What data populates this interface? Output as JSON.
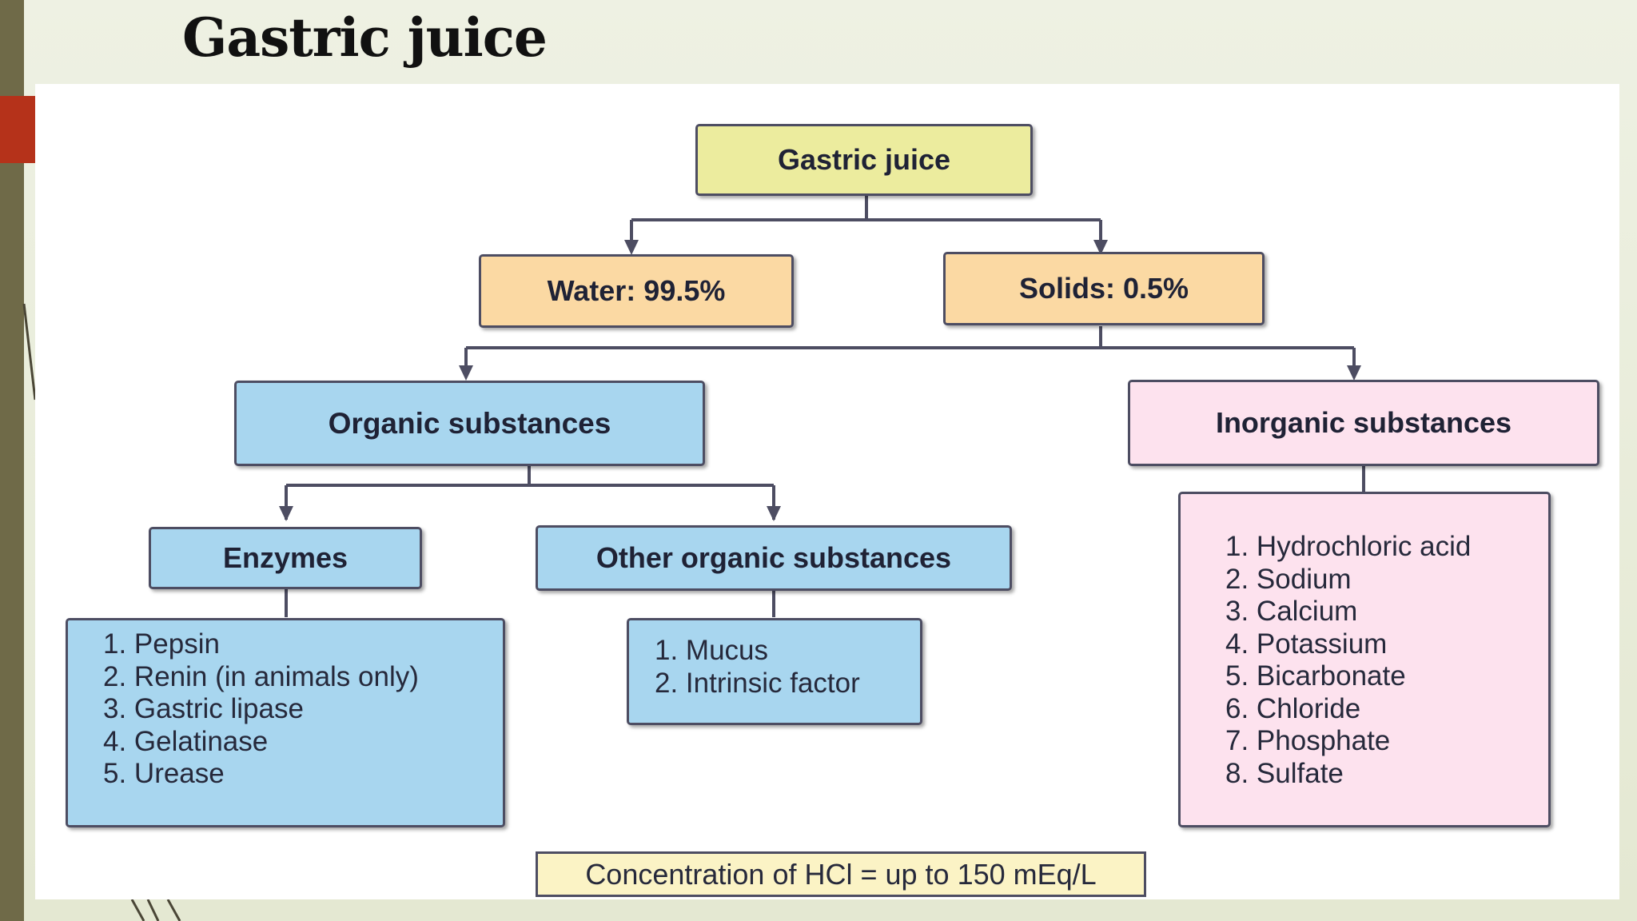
{
  "slide": {
    "title": "Gastric juice"
  },
  "diagram": {
    "root": "Gastric juice",
    "water": "Water: 99.5%",
    "solids": "Solids: 0.5%",
    "organic": "Organic substances",
    "inorganic": "Inorganic substances",
    "enzymes": "Enzymes",
    "other_organic": "Other organic substances",
    "enzyme_list": [
      "1. Pepsin",
      "2. Renin (in animals only)",
      "3. Gastric lipase",
      "4. Gelatinase",
      "5. Urease"
    ],
    "other_list": [
      "1. Mucus",
      "2. Intrinsic factor"
    ],
    "inorganic_list": [
      "1. Hydrochloric acid",
      "2. Sodium",
      "3. Calcium",
      "4. Potassium",
      "5. Bicarbonate",
      "6. Chloride",
      "7. Phosphate",
      "8. Sulfate"
    ],
    "note": "Concentration of HCl = up to 150 mEq/L"
  },
  "colors": {
    "root_box": "#ecec9e",
    "level1_box": "#fbd9a3",
    "organic_box": "#a8d6ef",
    "inorganic_box": "#fde2ee",
    "note_box": "#fbf3c5",
    "connector": "#4d4d62",
    "accent_bar": "#b5321a"
  }
}
